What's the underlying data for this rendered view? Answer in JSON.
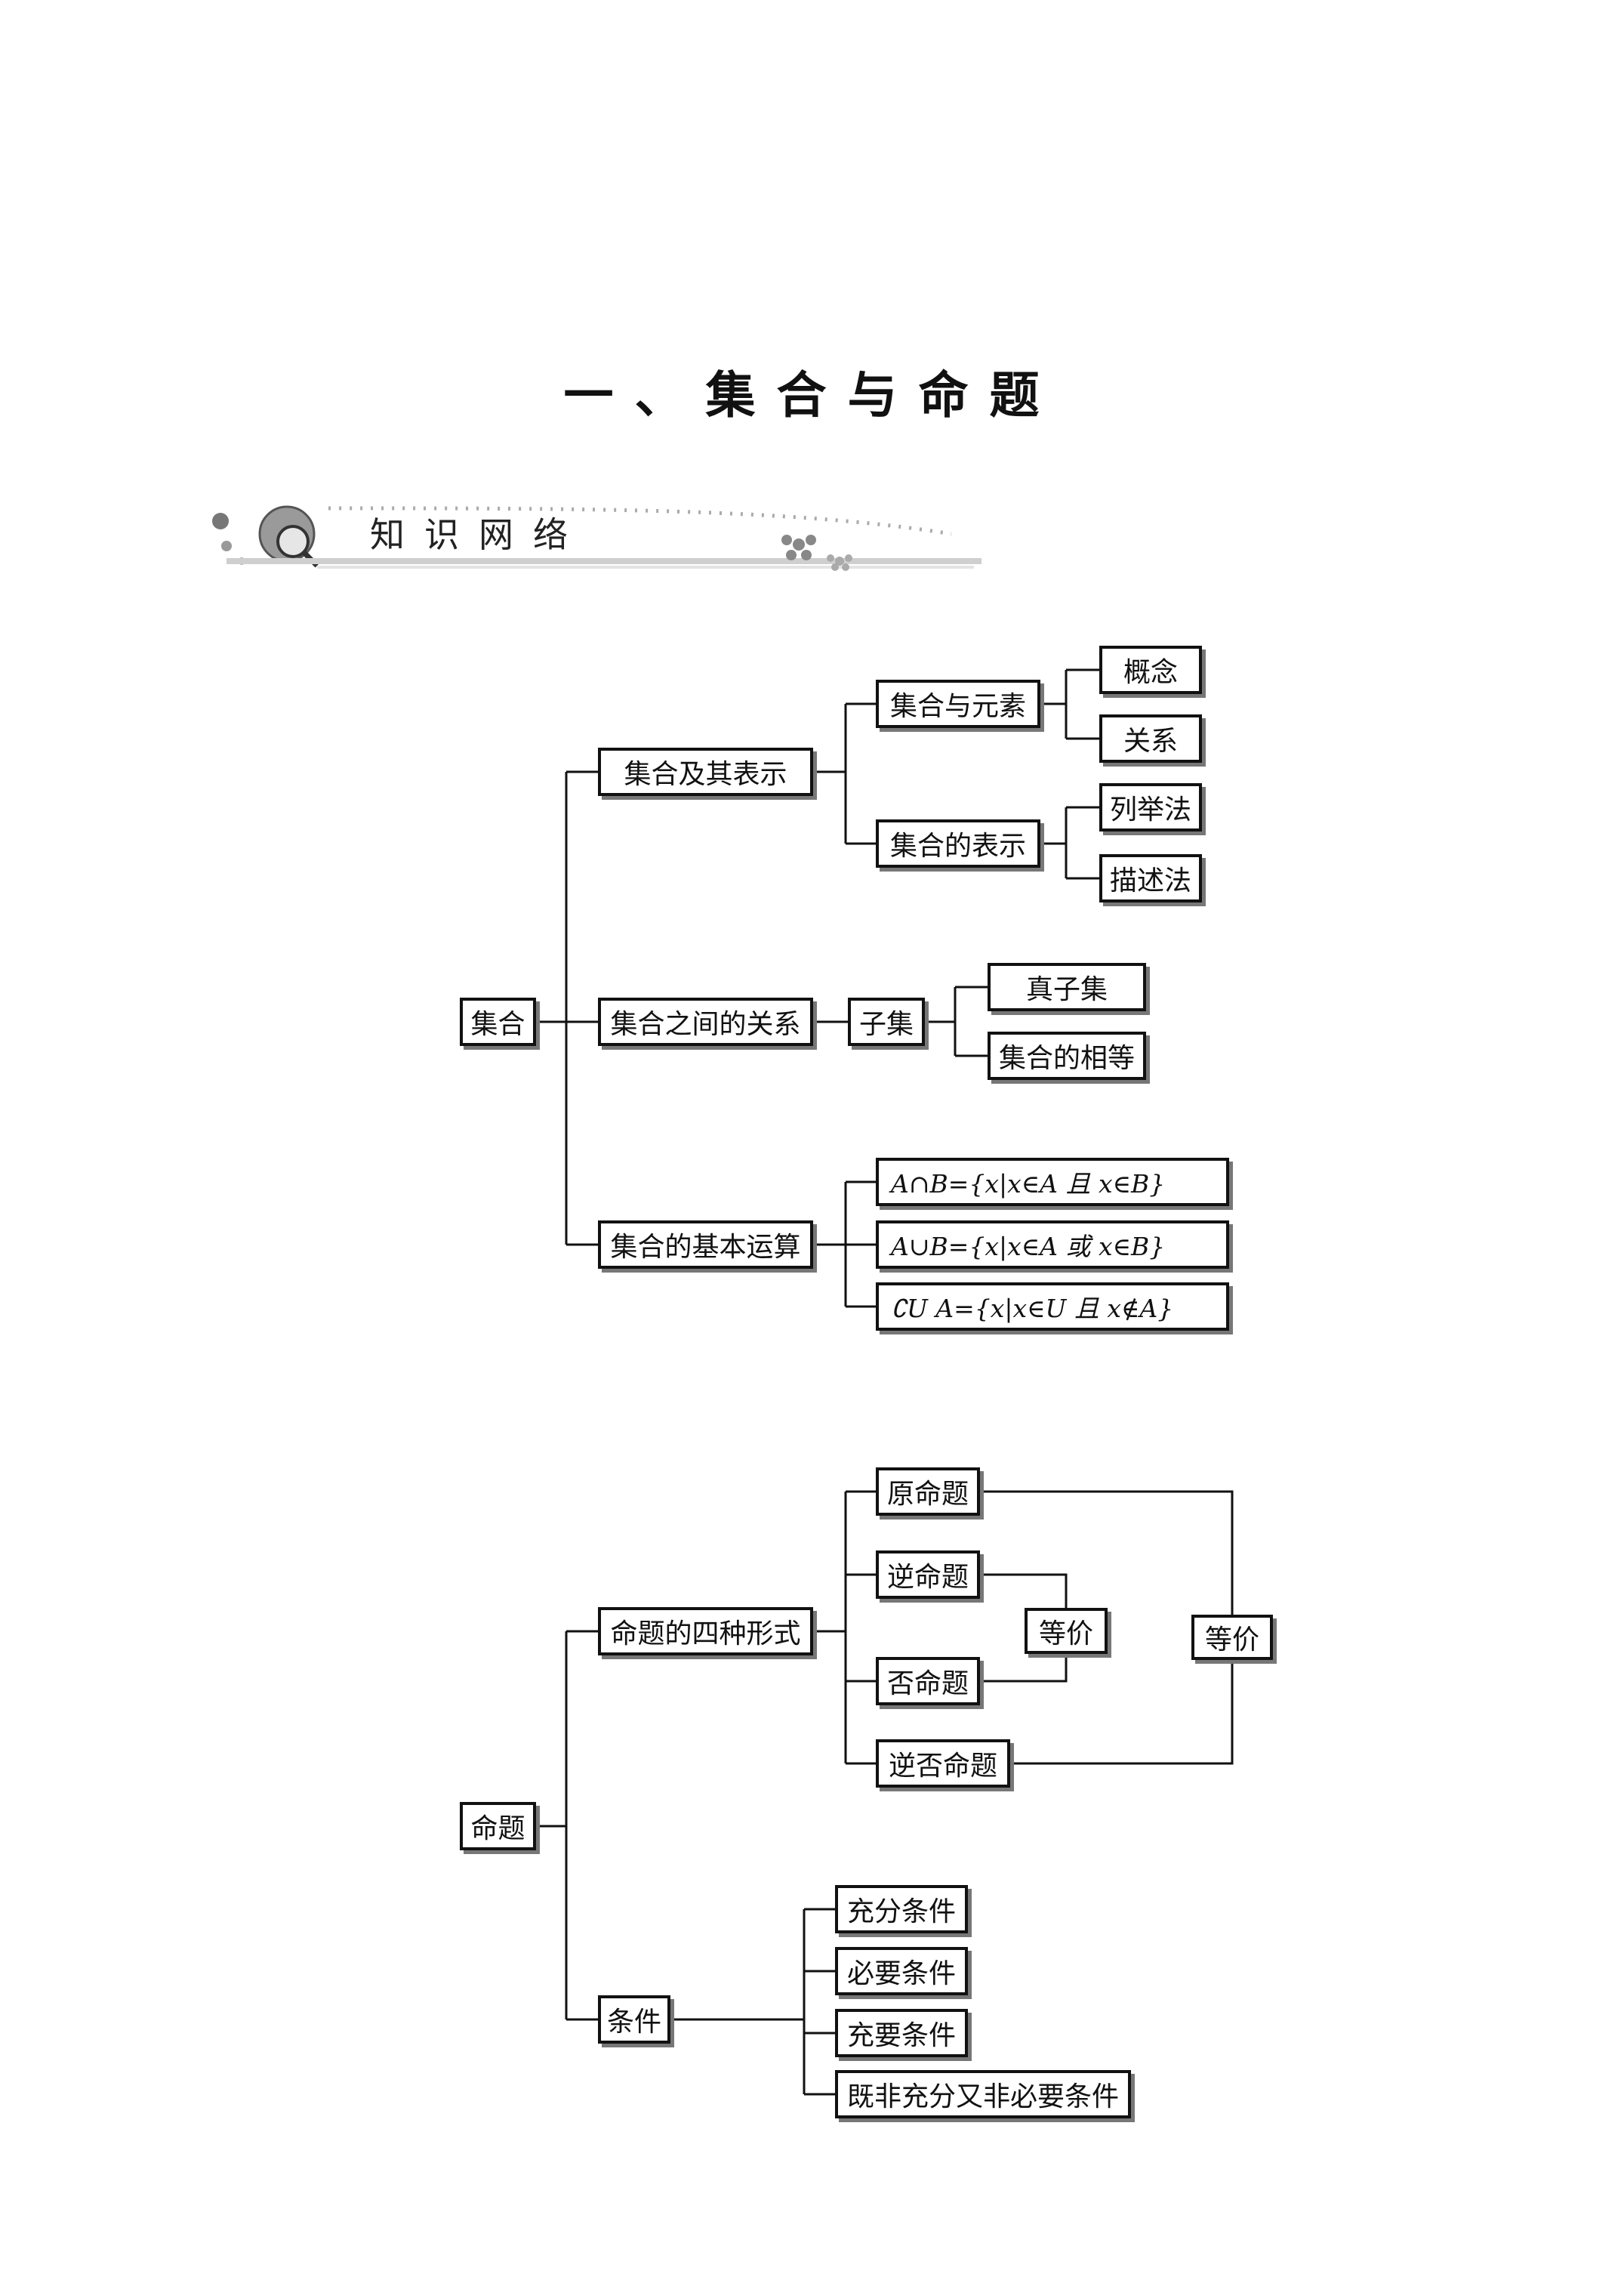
{
  "page": {
    "title": "一、集合与命题"
  },
  "banner": {
    "label": "知识网络"
  },
  "diagram": {
    "set_root": "集合",
    "set_repr": "集合及其表示",
    "set_elem": "集合与元素",
    "concept": "概念",
    "relation": "关系",
    "set_notation": "集合的表示",
    "roster": "列举法",
    "descriptive": "描述法",
    "set_relations": "集合之间的关系",
    "subset": "子集",
    "proper_subset": "真子集",
    "set_equal": "集合的相等",
    "set_ops": "集合的基本运算",
    "intersection": "A∩B={x|x∈A 且 x∈B}",
    "union": "A∪B={x|x∈A 或 x∈B}",
    "complement": "∁U A={x|x∈U 且 x∉A}",
    "prop_root": "命题",
    "four_forms": "命题的四种形式",
    "original": "原命题",
    "converse": "逆命题",
    "inverse": "否命题",
    "contrapositive": "逆否命题",
    "equiv_inner": "等价",
    "equiv_outer": "等价",
    "condition": "条件",
    "sufficient": "充分条件",
    "necessary": "必要条件",
    "necessary_sufficient": "充要条件",
    "neither": "既非充分又非必要条件"
  }
}
